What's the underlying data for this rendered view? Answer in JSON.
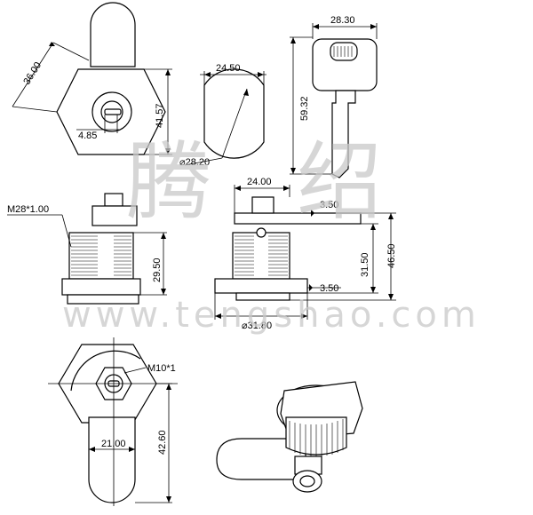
{
  "watermark": {
    "chinese_1": "腾",
    "chinese_2": "绍",
    "url": "www.tengshao.com"
  },
  "dimensions": {
    "hex_width": "36.00",
    "height": "41.57",
    "keyhole": "4.85",
    "diameter_width": "24.50",
    "diameter": "⌀28.20",
    "key_width": "28.30",
    "key_length": "59.32",
    "thread": "M28*1.00",
    "body_height": "29.50",
    "cam_width": "24.00",
    "cam_thickness_top": "3.50",
    "cam_offset": "31.50",
    "total_height": "46.50",
    "cam_thickness_bottom": "3.50",
    "flange_diameter": "⌀31.80",
    "nut_thread": "M10*1",
    "cam_width_bottom": "21.00",
    "cam_length": "42.60"
  }
}
